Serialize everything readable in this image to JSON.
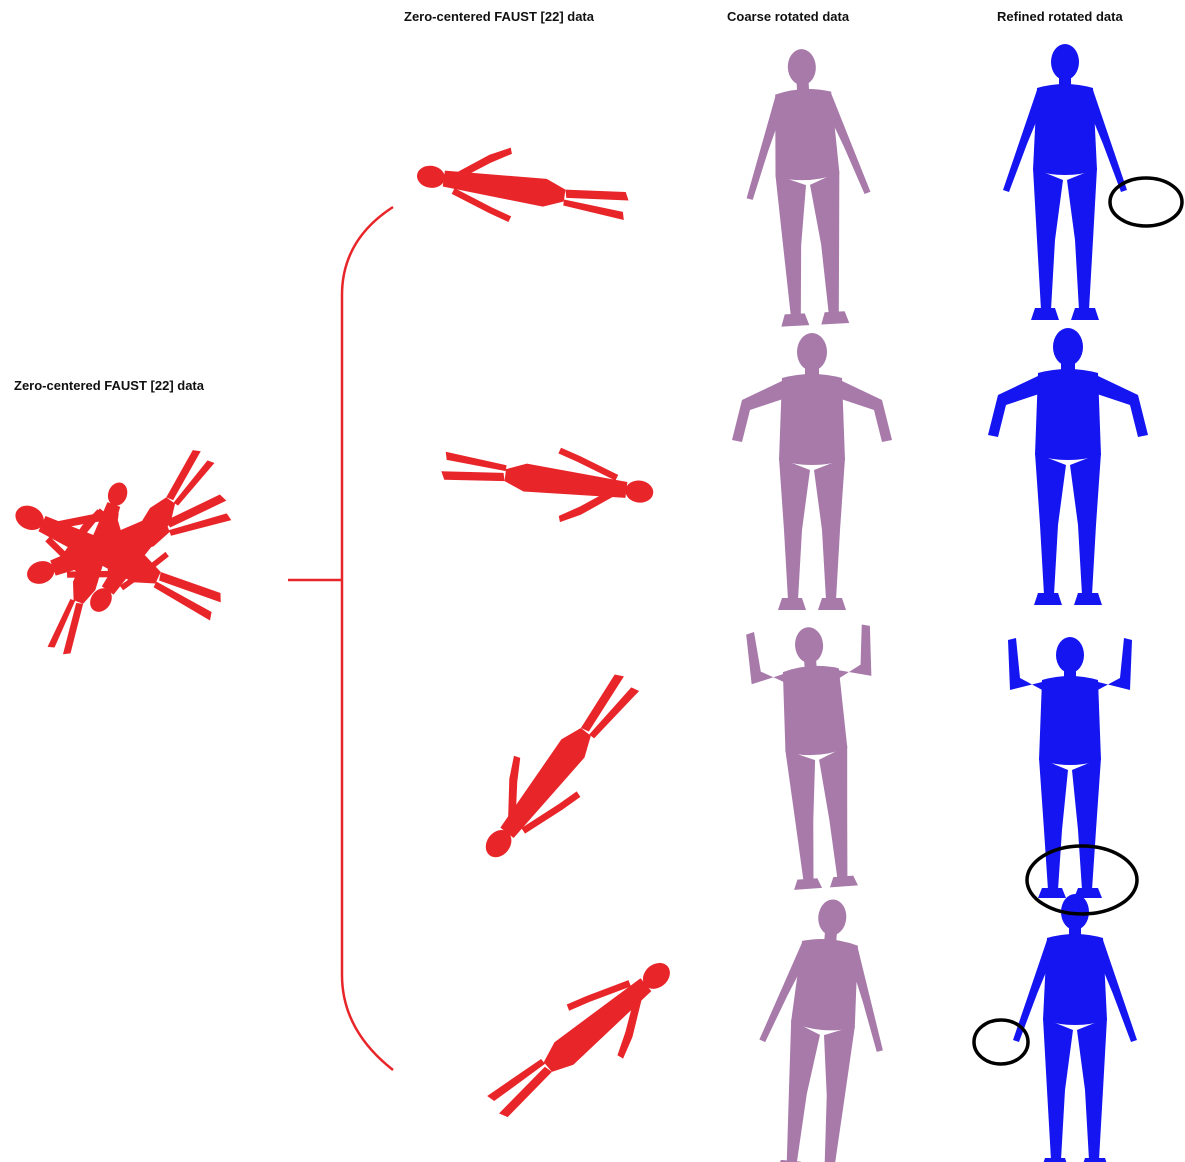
{
  "labels": {
    "input": "Zero-centered FAUST [22] data",
    "column_input": "Zero-centered FAUST [22] data",
    "column_coarse": "Coarse rotated data",
    "column_refined": "Refined rotated data"
  },
  "colors": {
    "input": "#e8262a",
    "coarse": "#a77aaa",
    "refined": "#1515f2",
    "bracket": "#e8262a",
    "highlight": "#000000"
  },
  "rows": [
    {
      "input_pose": "tilted-horizontal-right",
      "refined_highlight": "left-hand"
    },
    {
      "input_pose": "horizontal-left",
      "refined_highlight": null
    },
    {
      "input_pose": "diagonal-up-right",
      "refined_highlight": "feet"
    },
    {
      "input_pose": "diagonal-up-right-inverted",
      "refined_highlight": "right-hand"
    }
  ]
}
